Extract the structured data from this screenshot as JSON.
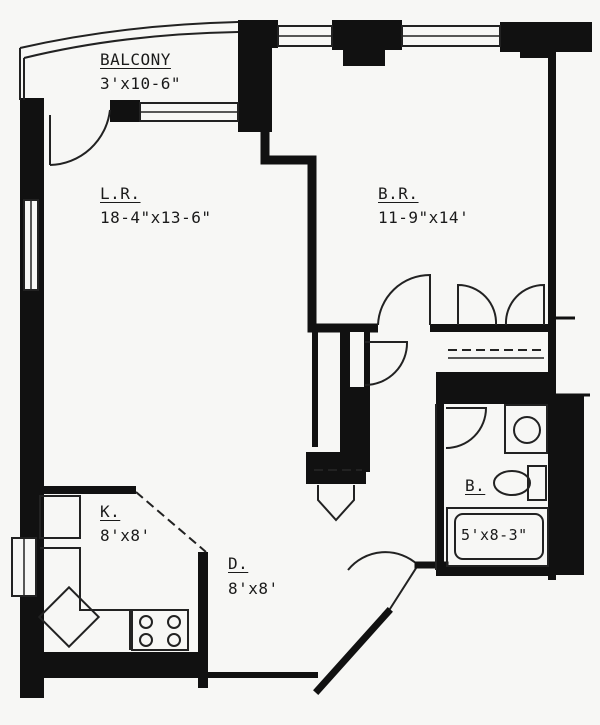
{
  "rooms": {
    "balcony": {
      "name": "BALCONY",
      "dims": "3'x10-6\""
    },
    "living_room": {
      "name": "L.R.",
      "dims": "18-4\"x13-6\""
    },
    "bedroom": {
      "name": "B.R.",
      "dims": "11-9\"x14'"
    },
    "kitchen": {
      "name": "K.",
      "dims": "8'x8'"
    },
    "dining": {
      "name": "D.",
      "dims": "8'x8'"
    },
    "bath": {
      "name": "B.",
      "tub": "5'x8-3\""
    }
  },
  "colors": {
    "wall": "#111111",
    "paper": "#f7f7f5",
    "line": "#222222"
  }
}
